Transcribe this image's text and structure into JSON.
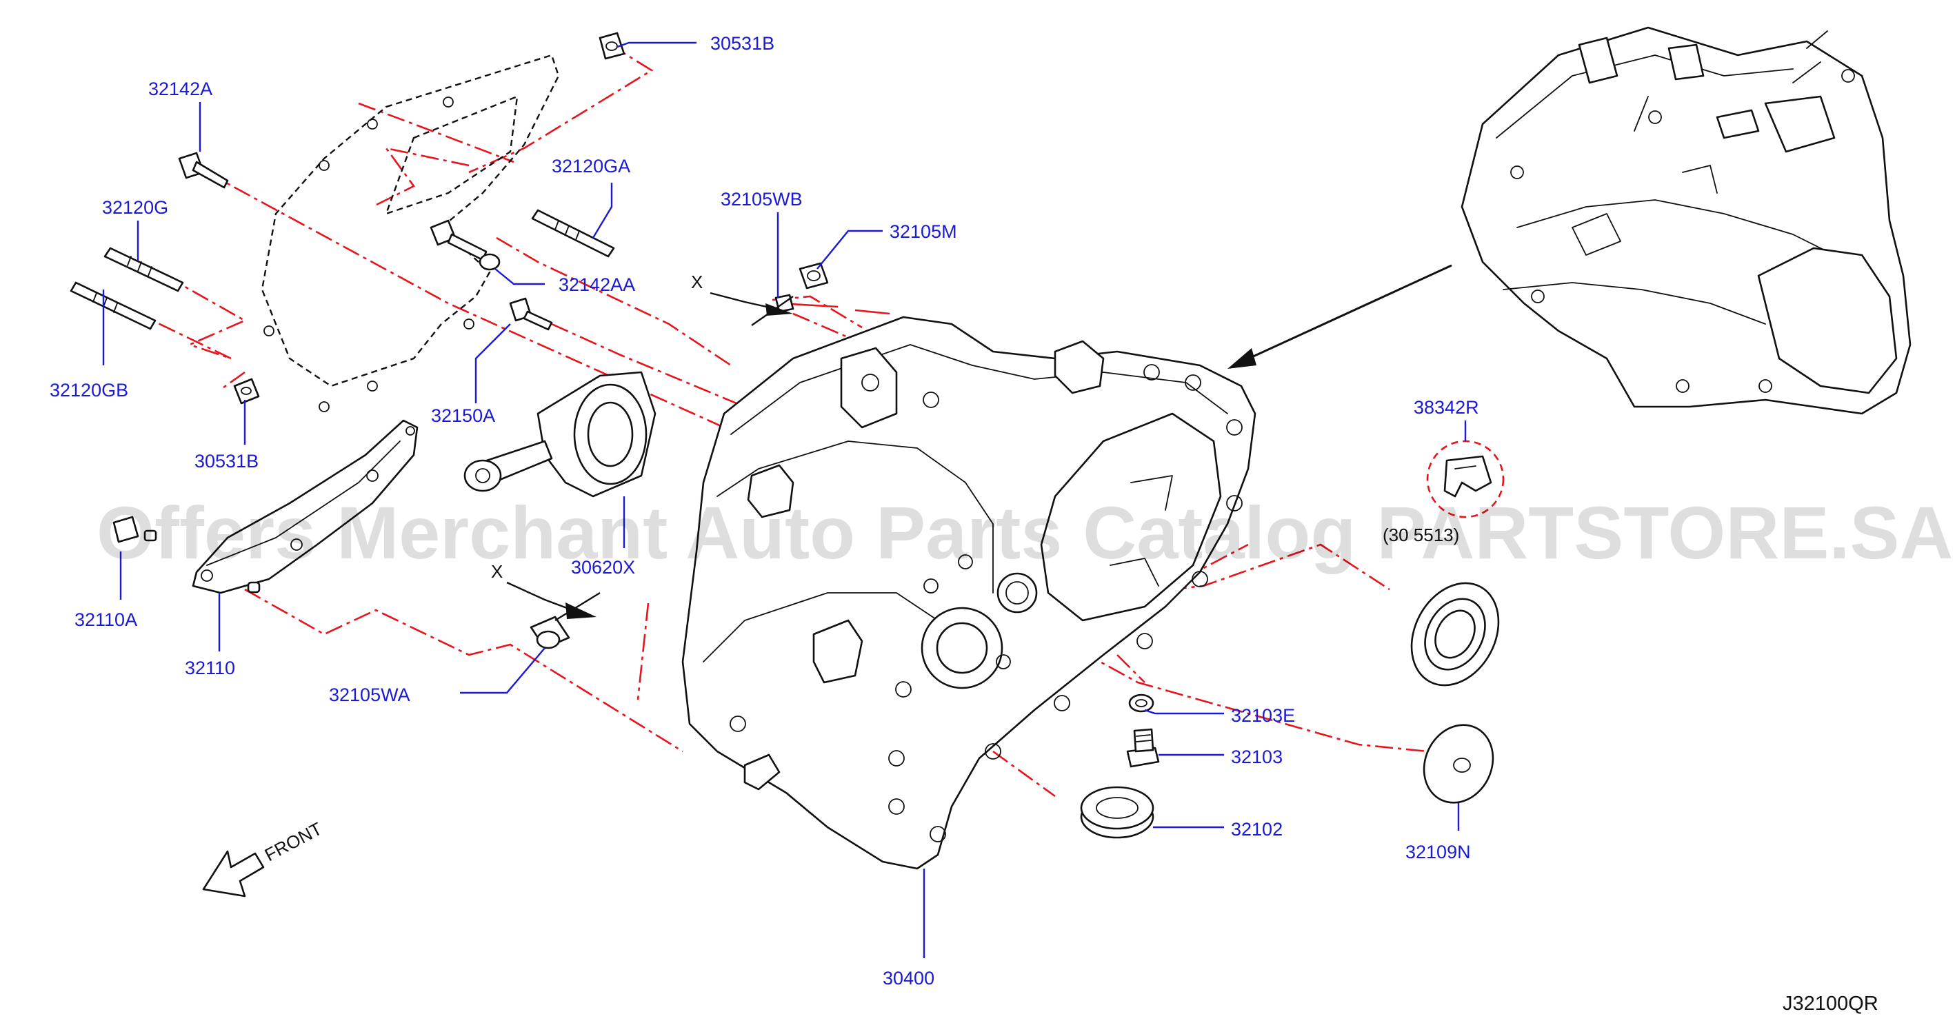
{
  "diagram": {
    "code": "J32100QR",
    "watermark": "Offers Merchant Auto Parts Catalog PARTSTORE.SA",
    "direction_label": "FRONT",
    "detail_mark": "X",
    "note_3842R": "(30 5513)"
  },
  "parts": {
    "p30531B_top": "30531B",
    "p32142A": "32142A",
    "p32120GA": "32120GA",
    "p32120G": "32120G",
    "p32142AA": "32142AA",
    "p32120GB": "32120GB",
    "p32150A": "32150A",
    "p30531B_bottom": "30531B",
    "p32105WB": "32105WB",
    "p32105M": "32105M",
    "p30620X": "30620X",
    "p32110A": "32110A",
    "p32110": "32110",
    "p32105WA": "32105WA",
    "p38342R": "38342R",
    "p32103E": "32103E",
    "p32103": "32103",
    "p32102": "32102",
    "p32109N": "32109N",
    "p30400": "30400"
  }
}
